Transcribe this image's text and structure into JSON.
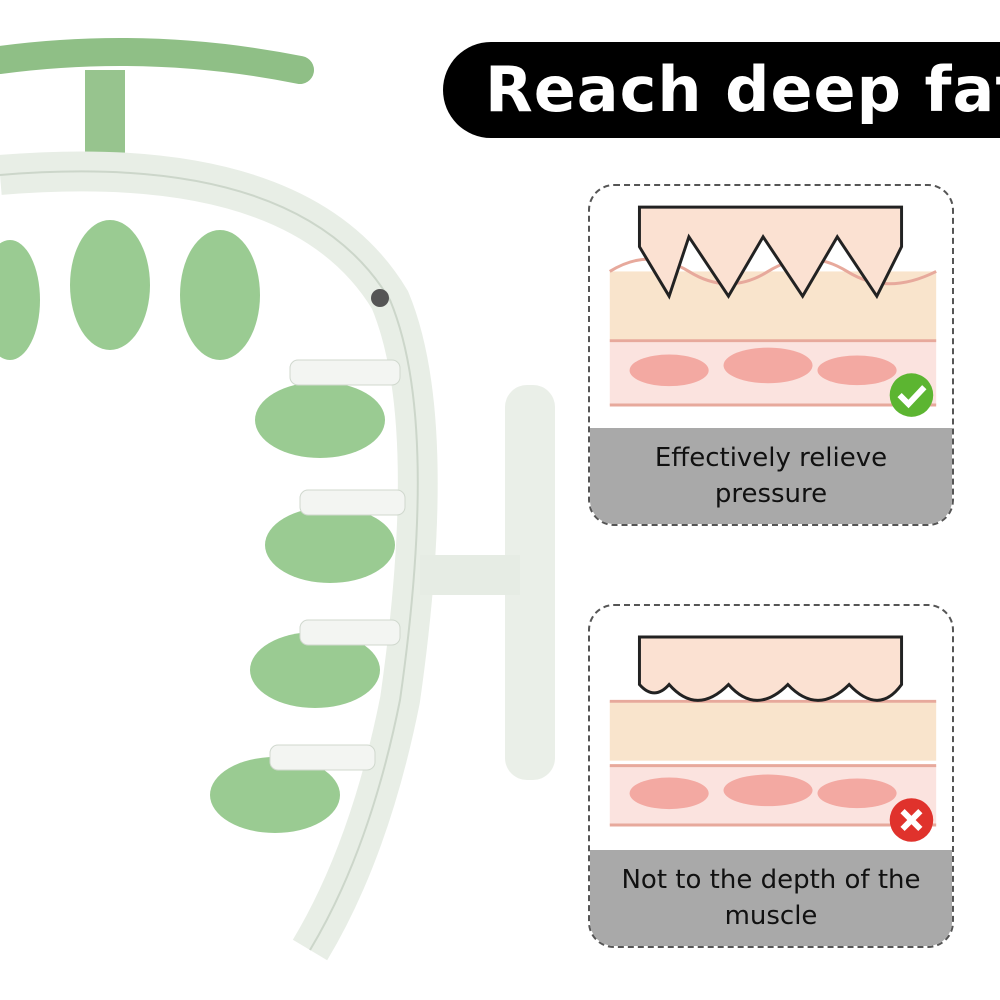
{
  "title": "Reach deep fat",
  "cards": [
    {
      "caption": "Effectively relieve pressure",
      "status": "check",
      "status_color": "#5cb531"
    },
    {
      "caption": "Not to the depth of the muscle",
      "status": "cross",
      "status_color": "#e0322c"
    }
  ],
  "colors": {
    "green": "#8fc28a",
    "white_frame": "#eef2ec",
    "skin": "#f5d3c4",
    "fat": "#f9e4cc",
    "muscle": "#f3a9a2"
  }
}
